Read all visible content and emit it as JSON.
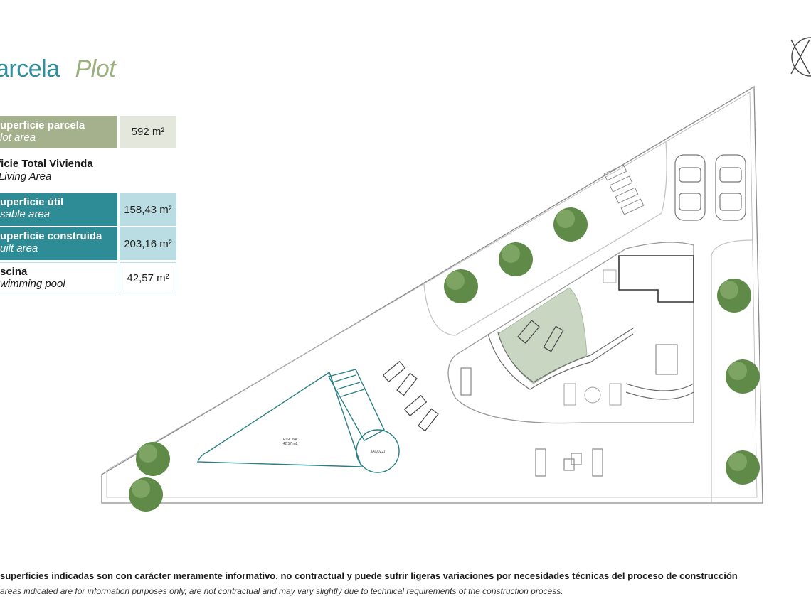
{
  "title": {
    "es": "arcela",
    "en": "Plot"
  },
  "plot_area": {
    "label_es": "uperficie parcela",
    "label_en": "lot area",
    "value": "592 m²"
  },
  "living_area": {
    "heading_es": "erficie Total Vivienda",
    "heading_en": "al Living Area"
  },
  "usable_area": {
    "label_es": "uperficie útil",
    "label_en": "sable area",
    "value": "158,43 m²"
  },
  "built_area": {
    "label_es": "uperficie construida",
    "label_en": "uilt area",
    "value": "203,16 m²"
  },
  "pool": {
    "label_es": "scina",
    "label_en": "wimming pool",
    "value": "42,57 m²"
  },
  "plan": {
    "pool_label": "PISCINA",
    "pool_area": "42,57 m2",
    "jacuzzi_label": "JACUZZI"
  },
  "footer": {
    "es": "superficies indicadas son con carácter meramente informativo, no contractual y puede sufrir ligeras variaciones por necesidades técnicas del proceso de construcción",
    "en": "areas indicated are for information purposes only, are not contractual and may vary slightly due to technical requirements of the construction process."
  },
  "colors": {
    "teal": "#2d8c96",
    "sage": "#a4b18c",
    "lawn": "#c9d6c2",
    "tree": "#5f8a48"
  }
}
